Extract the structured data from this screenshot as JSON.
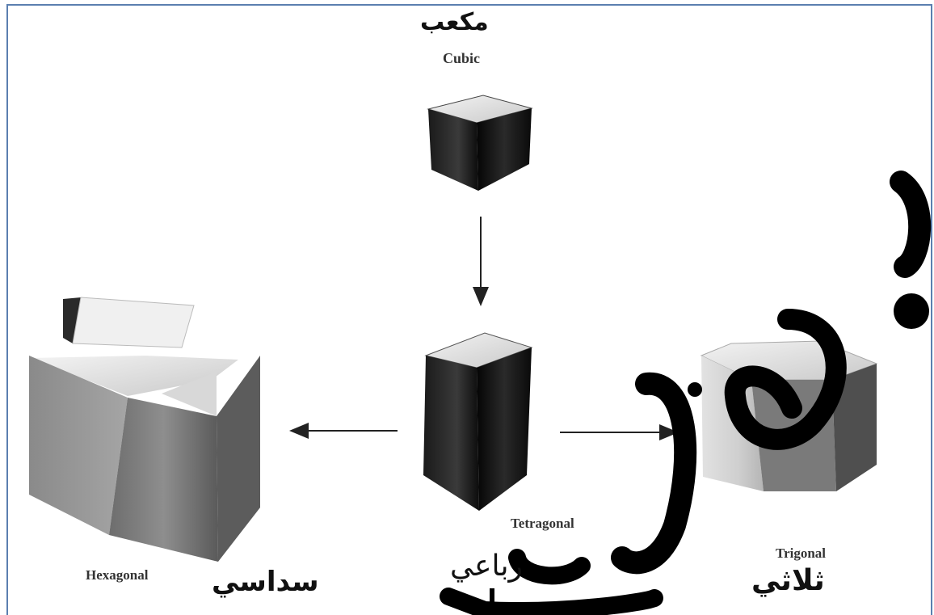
{
  "diagram": {
    "cubic": {
      "arabic": "مكعب",
      "english": "Cubic"
    },
    "tetragonal": {
      "english": "Tetragonal",
      "arabic": "رباعي"
    },
    "hexagonal": {
      "english": "Hexagonal",
      "arabic": "سداسي"
    },
    "trigonal": {
      "english": "Trigonal",
      "arabic": "ثلاثي"
    }
  }
}
